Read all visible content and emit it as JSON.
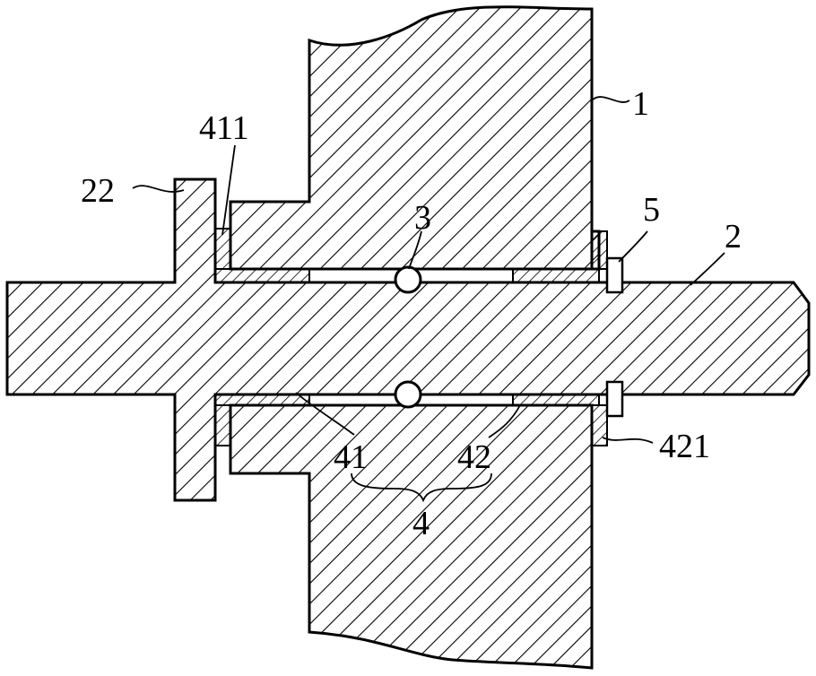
{
  "labels": {
    "housing": "1",
    "shaft": "2",
    "flange": "22",
    "ball": "3",
    "sleeve_assembly": "4",
    "sleeve_left": "41",
    "sleeve_right": "42",
    "sleeve_left_lip": "411",
    "sleeve_right_lip": "421",
    "retainer": "5"
  },
  "colors": {
    "line": "#000000",
    "background": "#ffffff",
    "hatch": "#000000"
  }
}
